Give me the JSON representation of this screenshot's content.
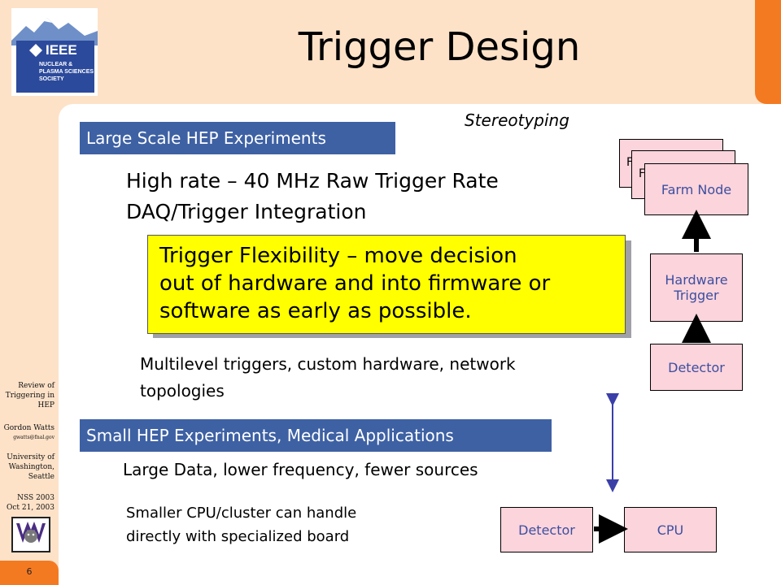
{
  "slide": {
    "title": "Trigger Design",
    "page_number": "6"
  },
  "sidebar": {
    "line1": "Review of",
    "line2": "Triggering in",
    "line3": "HEP",
    "author": "Gordon Watts",
    "email": "gwatts@fnal.gov",
    "uni1": "University of",
    "uni2": "Washington,",
    "uni3": "Seattle",
    "conf1": "NSS 2003",
    "conf2": "Oct 21, 2003"
  },
  "logo": {
    "ieee": "IEEE",
    "line1": "NUCLEAR &",
    "line2": "PLASMA SCIENCES",
    "line3": "SOCIETY"
  },
  "content": {
    "stereotyping": "Stereotyping",
    "large_header": "Large Scale HEP Experiments",
    "large_bullet1": "High rate – 40 MHz Raw Trigger Rate",
    "large_bullet2": "DAQ/Trigger Integration",
    "callout_line1": "Trigger Flexibility – move decision",
    "callout_line2": "out of hardware and into firmware or",
    "callout_line3": "software as early as possible.",
    "multilevel_line1": "Multilevel triggers, custom hardware, network",
    "multilevel_line2": "topologies",
    "small_header": "Small HEP Experiments, Medical Applications",
    "small_bullet1": "Large Data, lower frequency, fewer sources",
    "small_bullet2_line1": "Smaller CPU/cluster can handle",
    "small_bullet2_line2": "directly with specialized board"
  },
  "diagram": {
    "farm_node": "Farm Node",
    "farm_back1": "F",
    "farm_back2": "F",
    "hardware_line1": "Hardware",
    "hardware_line2": "Trigger",
    "detector_top": "Detector",
    "detector_bottom": "Detector",
    "cpu": "CPU"
  },
  "colors": {
    "header_blue": "#3e61a4",
    "callout_yellow": "#ffff00",
    "node_pink": "#fcd4dc",
    "accent_orange": "#f47a22"
  }
}
